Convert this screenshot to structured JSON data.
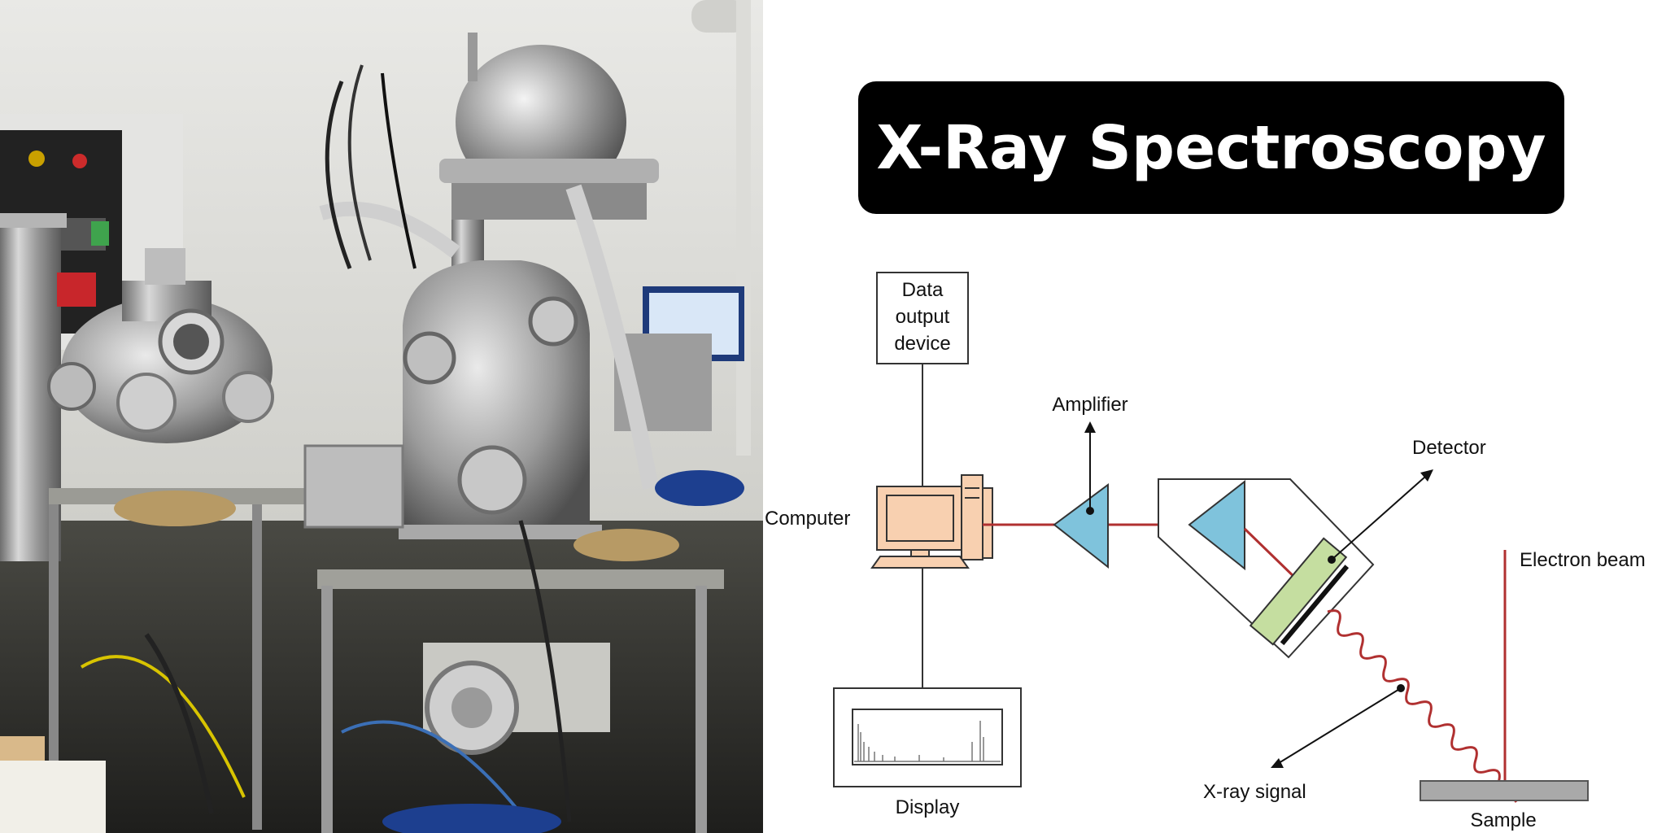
{
  "title": "X-Ray Spectroscopy",
  "diagram": {
    "labels": {
      "data_output": [
        "Data",
        "output",
        "device"
      ],
      "amplifier": "Amplifier",
      "detector": "Detector",
      "computer": "Computer",
      "electron_beam": "Electron beam",
      "display": "Display",
      "xray_signal": "X-ray signal",
      "sample": "Sample"
    },
    "colors": {
      "triangle_fill": "#7fc3dc",
      "detector_crystal": "#c5dea0",
      "computer_fill": "#f8d0b0",
      "signal_line": "#b03030",
      "sample_fill": "#a9a9a9",
      "banner_bg": "#000000"
    },
    "icons": [
      "computer-icon",
      "amplifier-triangle-icon",
      "detector-triangle-icon",
      "spectrum-display-icon"
    ]
  },
  "photo": {
    "icons": [
      "vacuum-chamber-illustration"
    ]
  }
}
